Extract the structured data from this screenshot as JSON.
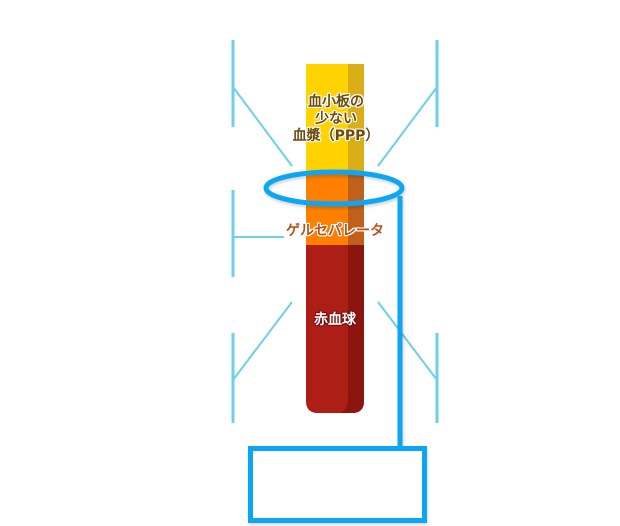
{
  "diagram": {
    "title": "Blood component separation tube",
    "layers": [
      {
        "id": "ppp",
        "label_lines": [
          "血小板の",
          "少ない",
          "血漿（PPP）"
        ],
        "color": "#ffd200",
        "shade": "#d9ae16"
      },
      {
        "id": "gel",
        "label": "ゲルセパレータ",
        "color": "#ff7f00",
        "shade": "#c0601a"
      },
      {
        "id": "rbc",
        "label": "赤血球",
        "color": "#ad1f16",
        "shade": "#8c1510"
      }
    ],
    "highlight": {
      "target": "gel",
      "color": "#0aa6f5"
    },
    "bracket_color": "#6dcfe8",
    "answer_box": {
      "text": ""
    }
  }
}
